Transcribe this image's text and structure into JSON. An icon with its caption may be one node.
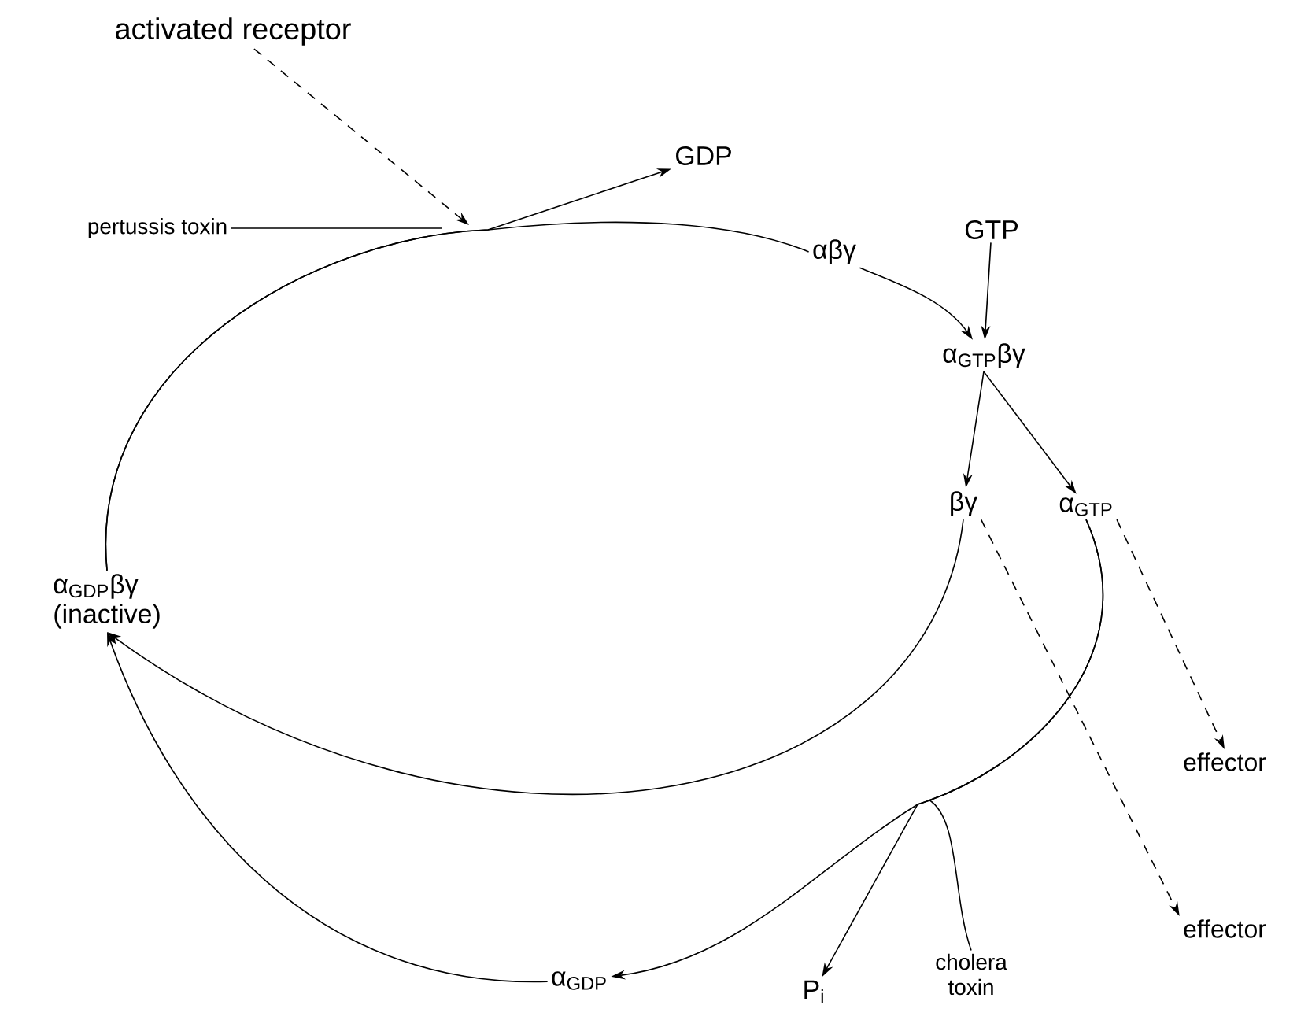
{
  "diagram": {
    "nodes": [
      {
        "text": [
          "activated receptor"
        ]
      },
      {
        "text": [
          "pertussis toxin"
        ]
      },
      {
        "text": [
          "GDP"
        ]
      },
      {
        "text": [
          "αβγ"
        ]
      },
      {
        "text": [
          "GTP"
        ]
      },
      {
        "text": [
          "α$_{GTP}$βγ"
        ]
      },
      {
        "text": [
          "βγ"
        ]
      },
      {
        "text": [
          "α$_{GTP}$"
        ]
      },
      {
        "text": [
          "α$_{GDP}$βγ",
          "(inactive)"
        ]
      },
      {
        "text": [
          "effector"
        ]
      },
      {
        "text": [
          "effector"
        ]
      },
      {
        "text": [
          "α$_{GDP}$"
        ]
      },
      {
        "text": [
          "P$_{i}$"
        ]
      },
      {
        "text": [
          "cholera toxin"
        ]
      }
    ],
    "edges": [
      {
        "from": 8,
        "to": 3,
        "arrow": "none"
      },
      {
        "from": 8,
        "to": 2,
        "arrow": "to"
      },
      {
        "from": 0,
        "to": null,
        "arrow": "to",
        "style": "dashed"
      },
      {
        "from": 1,
        "to": null,
        "arrow": "none"
      },
      {
        "from": 3,
        "to": 5,
        "arrow": "to"
      },
      {
        "from": 4,
        "to": 5,
        "arrow": "to"
      },
      {
        "from": 5,
        "to": 6,
        "arrow": "to"
      },
      {
        "from": 5,
        "to": 7,
        "arrow": "to"
      },
      {
        "from": 6,
        "to": 8,
        "arrow": "to"
      },
      {
        "from": 6,
        "to": 10,
        "arrow": "to",
        "style": "dashed"
      },
      {
        "from": 7,
        "to": 9,
        "arrow": "to",
        "style": "dashed"
      },
      {
        "from": 7,
        "to": 11,
        "arrow": "to"
      },
      {
        "from": 7,
        "to": 12,
        "arrow": "to"
      },
      {
        "from": 11,
        "to": 8,
        "arrow": "to"
      },
      {
        "from": 13,
        "to": null,
        "arrow": "none"
      }
    ]
  }
}
